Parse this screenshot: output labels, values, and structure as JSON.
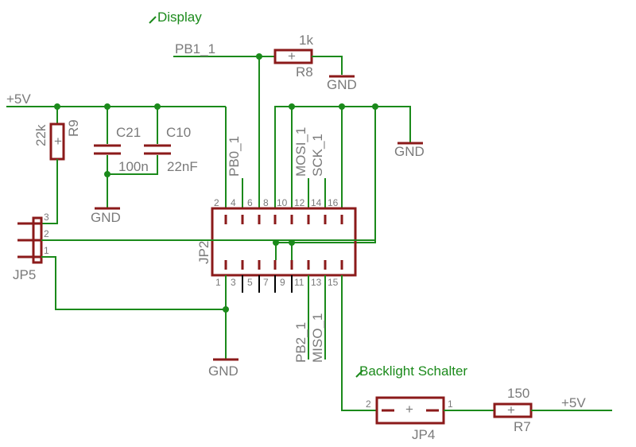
{
  "title": "Display",
  "nets": {
    "pb1": "PB1_1",
    "pb0": "PB0_1",
    "mosi": "MOSI_1",
    "sck": "SCK_1",
    "pb2": "PB2_1",
    "miso": "MISO_1",
    "vcc_left": "+5V",
    "vcc_right": "+5V",
    "gnd_r8": "GND",
    "gnd_top_right": "GND",
    "gnd_c21": "GND",
    "gnd_jp2": "GND"
  },
  "components": {
    "r8": {
      "name": "R8",
      "value": "1k"
    },
    "r9": {
      "name": "R9",
      "value": "22k"
    },
    "c21": {
      "name": "C21",
      "value": "100n"
    },
    "c10": {
      "name": "C10",
      "value": "22nF"
    },
    "jp2": {
      "name": "JP2"
    },
    "jp5": {
      "name": "JP5"
    },
    "jp4": {
      "name": "JP4"
    },
    "r7": {
      "name": "R7",
      "value": "150"
    }
  },
  "jp2_pins_top": [
    "2",
    "4",
    "6",
    "8",
    "10",
    "12",
    "14",
    "16"
  ],
  "jp2_pins_bottom": [
    "1",
    "3",
    "5",
    "7",
    "9",
    "11",
    "13",
    "15"
  ],
  "jp5_pins": [
    "3",
    "2",
    "1"
  ],
  "jp4_pins": [
    "2",
    "1"
  ],
  "backlight_label": "Backlight Schalter",
  "resistor_symbol": "+"
}
